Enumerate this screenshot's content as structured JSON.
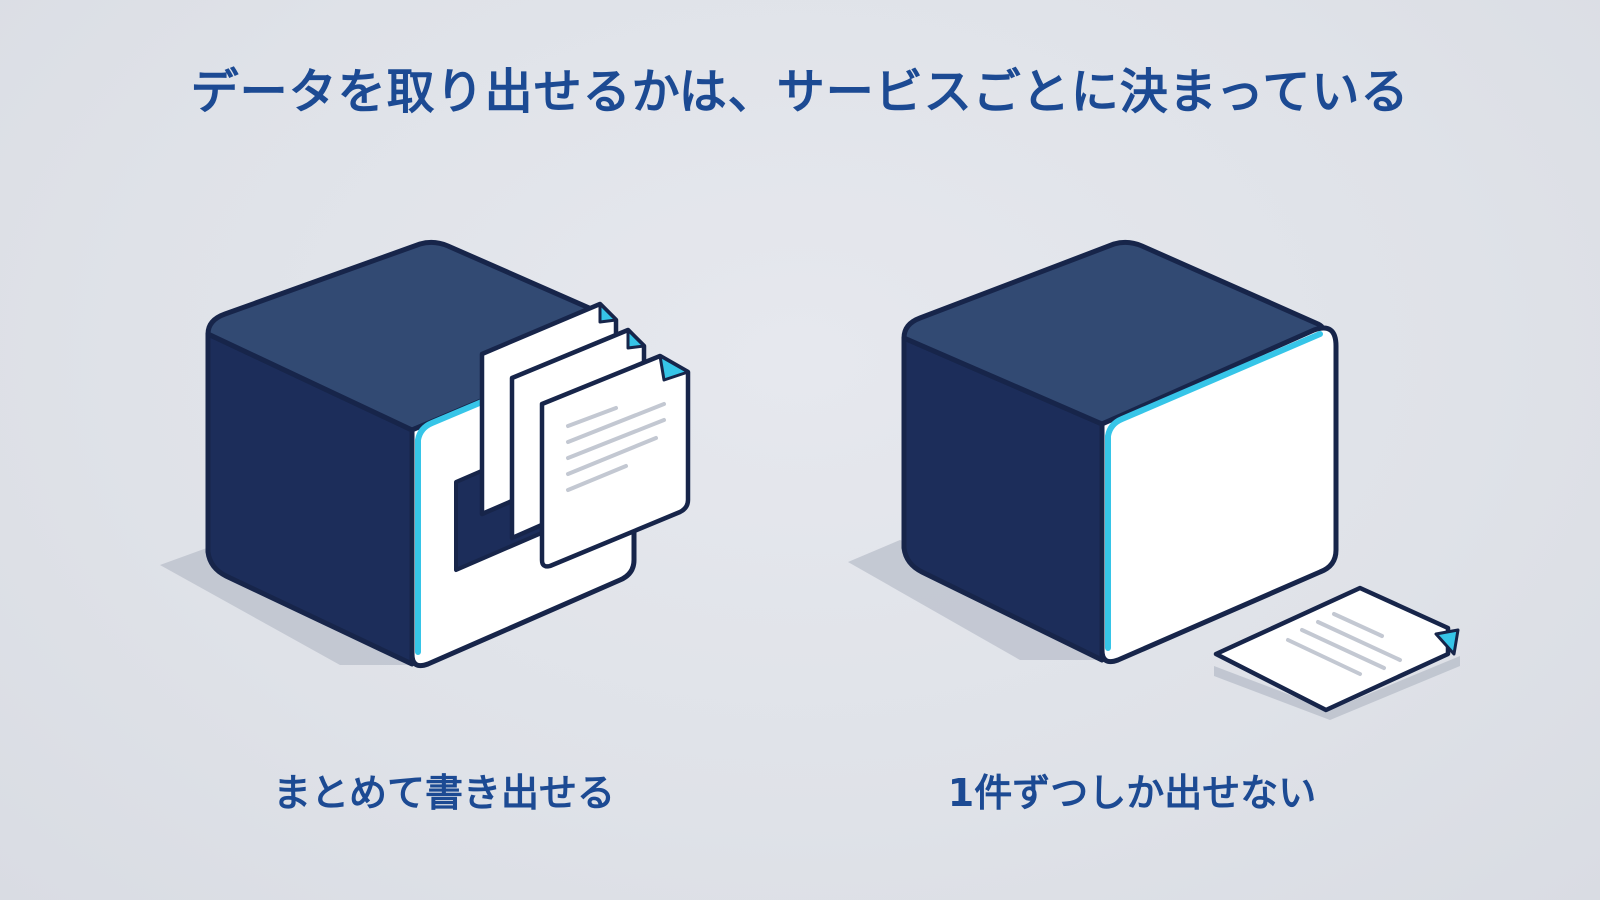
{
  "header": {
    "title": "データを取り出せるかは、サービスごとに決まっている"
  },
  "panels": [
    {
      "caption": "まとめて書き出せる",
      "icon": "open-box-with-stacked-documents-icon"
    },
    {
      "caption": "1件ずつしか出せない",
      "icon": "closed-box-with-single-document-icon"
    }
  ],
  "colors": {
    "title_text": "#1c4a93",
    "box_top": "#324a73",
    "box_side": "#1c2d5a",
    "outline": "#17254a",
    "accent_edge": "#36c5e8",
    "paper": "#ffffff",
    "paper_lines": "#c3c8d2",
    "shadow": "#b9bfcb"
  }
}
